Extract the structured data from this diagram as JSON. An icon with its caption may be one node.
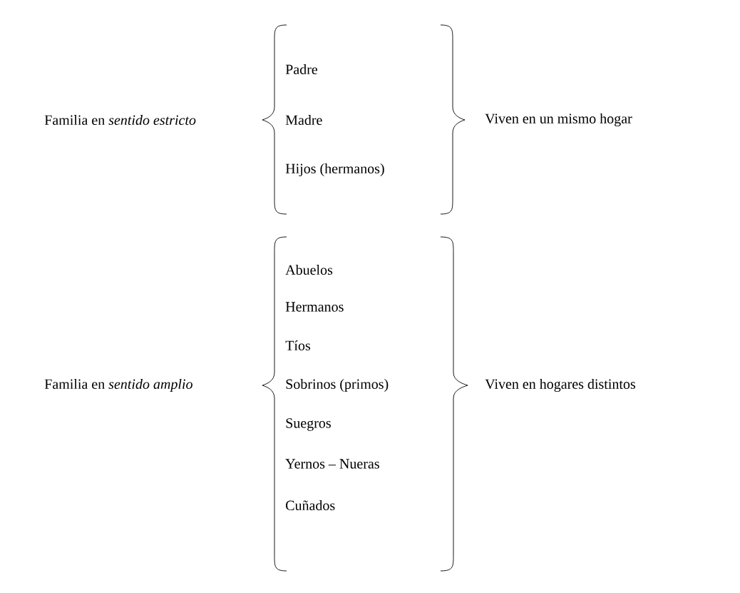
{
  "diagram": {
    "labels": [
      "Familia en *sentido estricto*",
      "Padre",
      "Madre",
      "Hijos (hermanos)",
      "Viven en un mismo hogar",
      "Familia en *sentido amplio*",
      "Abuelos",
      "Hermanos",
      "Tíos",
      "Sobrinos (primos)",
      "Suegros",
      "Yernos – Nueras",
      "Cuñados",
      "Viven en hogares distintos"
    ]
  }
}
